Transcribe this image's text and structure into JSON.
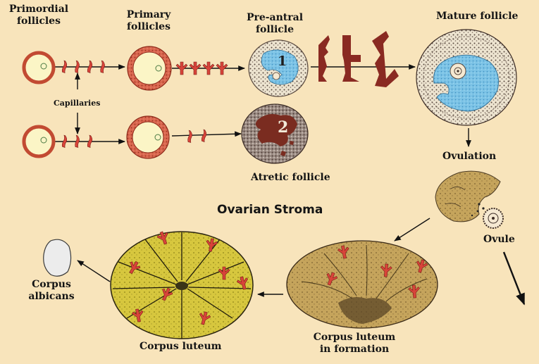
{
  "colors": {
    "background": "#f8e4bb",
    "granulosa": "#d9664e",
    "oocyte": "#fbf5c6",
    "antrum": "#7cc3e6",
    "capillary": "#d8443a",
    "large_capillary": "#8a2a22",
    "corpus_luteum": "#d7c73e",
    "corpus_luteum_forming": "#c5a45c",
    "atretic": "#8a7a72",
    "corpus_albicans": "#ececec"
  },
  "labels": {
    "primordial": [
      "Primordial",
      "follicles"
    ],
    "primary": [
      "Primary",
      "follicles"
    ],
    "preantral": [
      "Pre-antral",
      "follicle"
    ],
    "mature": "Mature follicle",
    "capillaries": "Capillaries",
    "atretic": "Atretic follicle",
    "ovulation": "Ovulation",
    "stroma": "Ovarian Stroma",
    "ovule": "Ovule",
    "albicans": [
      "Corpus",
      "albicans"
    ],
    "luteum": "Corpus luteum",
    "luteum_forming": [
      "Corpus luteum",
      "in formation"
    ],
    "marker_1": "1",
    "marker_2": "2"
  }
}
